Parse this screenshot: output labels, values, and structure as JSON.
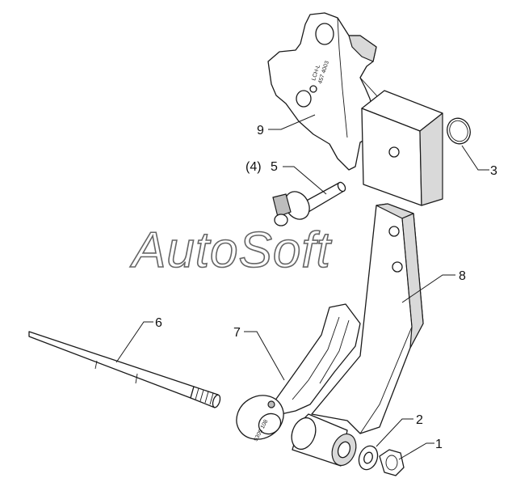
{
  "watermark": "AutoSoft",
  "callouts": {
    "c1": "1",
    "c2": "2",
    "c3": "3",
    "c4": "(4)",
    "c5": "5",
    "c6": "6",
    "c7": "7",
    "c8": "8",
    "c9": "9"
  },
  "stamps": {
    "bracket_line1": "LCH-L",
    "bracket_line2": "457 4003",
    "lever": "5305 108"
  }
}
